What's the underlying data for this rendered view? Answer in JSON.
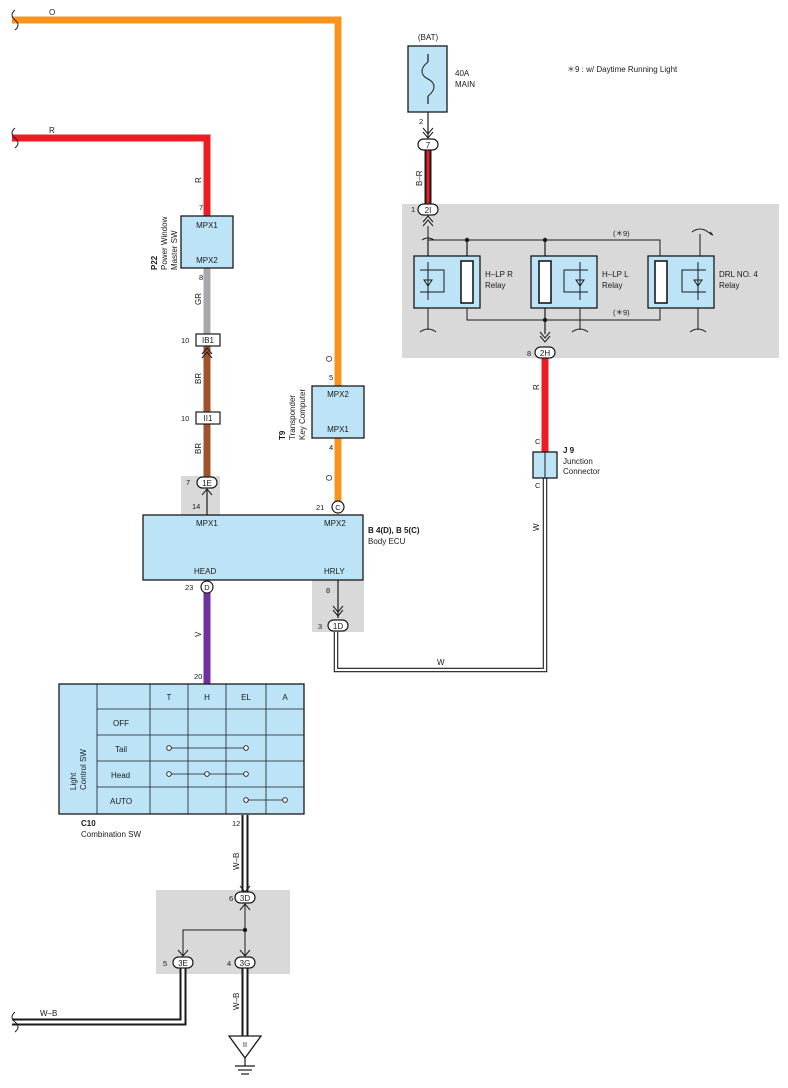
{
  "note": "＊9 : w/ Daytime Running Light",
  "wires": {
    "o_top": "O",
    "r_top": "R",
    "r_p22": "R",
    "gr": "GR",
    "br1": "BR",
    "br2": "BR",
    "o_t9_top": "O",
    "o_t9_bottom": "O",
    "b_r": "B–R",
    "r_relay": "R",
    "w_j9": "W",
    "w_bottom": "W",
    "v": "V",
    "w_b_c10": "W–B",
    "w_b_left": "W–B",
    "w_b_gnd": "W–B"
  },
  "fuse": {
    "source": "(BAT)",
    "rating": "40A",
    "name": "MAIN"
  },
  "p22": {
    "code": "P22",
    "name1": "Power Window",
    "name2": "Master SW",
    "pin_top": "7",
    "pin_bottom": "8",
    "label_top": "MPX1",
    "label_bottom": "MPX2"
  },
  "t9": {
    "code": "T9",
    "name1": "Transponder",
    "name2": "Key Computer",
    "pin_top": "5",
    "pin_bottom": "4",
    "label_top": "MPX2",
    "label_bottom": "MPX1"
  },
  "ib1": {
    "pin": "10",
    "label": "IB1"
  },
  "ii1": {
    "pin": "10",
    "label": "II1"
  },
  "connectors": {
    "c1e": {
      "pin": "7",
      "label": "1E"
    },
    "c2i_top": {
      "pin": "2",
      "label": "7"
    },
    "c2i": {
      "pin": "1",
      "label": "2I"
    },
    "c2h": {
      "pin": "8",
      "label": "2H"
    },
    "c_body": {
      "pin": "21",
      "label": "C"
    },
    "d_body": {
      "pin": "23",
      "label": "D"
    },
    "c1d": {
      "pin": "3",
      "label": "1D"
    },
    "c3d": {
      "pin": "6",
      "label": "3D"
    },
    "c3e": {
      "pin": "5",
      "label": "3E"
    },
    "c3g": {
      "pin": "4",
      "label": "3G"
    }
  },
  "pins": {
    "p14": "14",
    "p8_hrly": "8",
    "p20": "20",
    "p12": "12"
  },
  "relays": {
    "r1": {
      "name": "H–LP R",
      "sub": "Relay"
    },
    "r2": {
      "name": "H–LP L",
      "sub": "Relay"
    },
    "r3": {
      "name": "DRL NO. 4",
      "sub": "Relay"
    },
    "tag_top": "(＊9)",
    "tag_bottom": "(＊9)"
  },
  "j9": {
    "code": "J 9",
    "name1": "Junction",
    "name2": "Connector",
    "pin_top": "C",
    "pin_bottom": "C"
  },
  "body_ecu": {
    "code": "B 4(D), B 5(C)",
    "name": "Body ECU",
    "mpx1": "MPX1",
    "mpx2": "MPX2",
    "head": "HEAD",
    "hrly": "HRLY"
  },
  "c10": {
    "code": "C10",
    "name": "Combination SW",
    "sw_label1": "Light",
    "sw_label2": "Control SW",
    "columns": [
      "T",
      "H",
      "EL",
      "A"
    ],
    "rows": [
      "OFF",
      "Tail",
      "Head",
      "AUTO"
    ]
  },
  "ground": {
    "label": "II"
  },
  "colors": {
    "orange": "#f7941d",
    "red": "#ed1c24",
    "grey_wire": "#a7a9ac",
    "brown": "#a0522d",
    "violet": "#7030a0",
    "component": "#bde4f6",
    "grey_area": "#d9d9d9"
  }
}
